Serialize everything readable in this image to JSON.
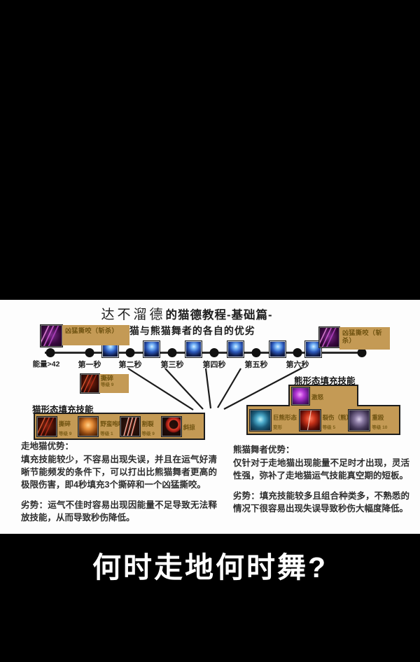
{
  "colors": {
    "panel_bg": "#fdfdfd",
    "banner_gold": "#c49a55",
    "outline": "#1c1c1c",
    "footer_text": "#ffffff",
    "proc_icon_blue": "#7ab8f8"
  },
  "title": {
    "calligraphy": "达不溜德",
    "main": "的猫德教程-基础篇-"
  },
  "subtitle": "3.走地猫与熊猫舞者的各自的优劣",
  "timeline": {
    "labels": [
      "能量>42",
      "第一秒",
      "第二秒",
      "第三秒",
      "第四秒",
      "第五秒",
      "第六秒"
    ],
    "start_skill": {
      "label": "凶猛撕咬（斩杀）",
      "icon": "ferocious-bite-icon"
    },
    "end_skill": {
      "label": "凶猛撕咬（斩杀）",
      "icon": "ferocious-bite-icon"
    },
    "proc_icon": "clearcasting-proc-icon",
    "shred_callout": {
      "name": "撕碎",
      "sub": "等级 9",
      "icon": "shred-icon"
    }
  },
  "cat_box": {
    "title": "猫形态填充技能",
    "skills": [
      {
        "name": "撕碎",
        "sub": "等级 9",
        "icon": "shred-icon"
      },
      {
        "name": "野蛮咆哮",
        "sub": "等级 1",
        "icon": "savage-roar-icon"
      },
      {
        "name": "割裂",
        "sub": "等级 9",
        "icon": "rip-icon"
      },
      {
        "name": "斜掠",
        "sub": "",
        "icon": "rake-icon"
      }
    ]
  },
  "bear_box": {
    "title": "熊形态填充技能",
    "top_skill": {
      "name": "激怒",
      "sub": "",
      "icon": "enrage-icon"
    },
    "skills": [
      {
        "name": "巨熊形态",
        "sub": "变形",
        "icon": "dire-bear-form-icon"
      },
      {
        "name": "裂伤（熊）",
        "sub": "等级 5",
        "icon": "lacerate-icon"
      },
      {
        "name": "重殴",
        "sub": "等级 10",
        "icon": "maul-icon"
      }
    ]
  },
  "left_column": {
    "heading": "走地猫优势：",
    "pros": "填充技能较少，不容易出现失误，并且在运气好清晰节能频发的条件下，可以打出比熊猫舞者更高的极限伤害，即4秒填充3个撕碎和一个凶猛撕咬。",
    "cons": "劣势：运气不佳时容易出现因能量不足导致无法释放技能，从而导致秒伤降低。"
  },
  "right_column": {
    "heading": "熊猫舞者优势：",
    "pros": "仅针对于走地猫出现能量不足时才出现，灵活性强，弥补了走地猫运气技能真空期的短板。",
    "cons": "劣势：填充技能较多且组合种类多，不熟悉的情况下很容易出现失误导致秒伤大幅度降低。"
  },
  "footer": "何时走地何时舞?"
}
